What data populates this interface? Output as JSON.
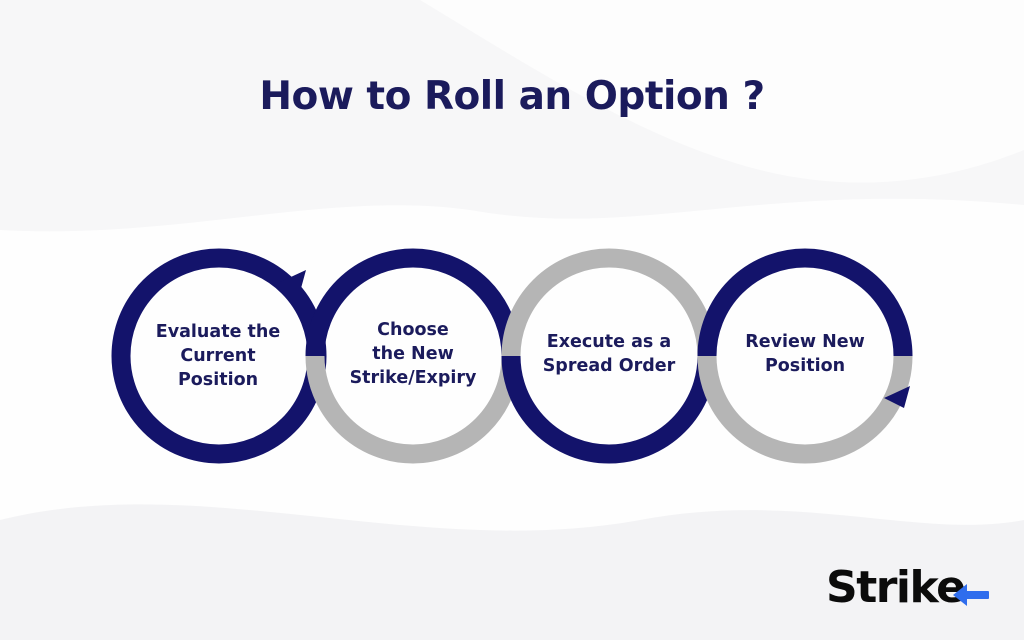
{
  "title": "How to Roll an Option ?",
  "steps": [
    {
      "lines": [
        "Evaluate the",
        "Current",
        "Position"
      ]
    },
    {
      "lines": [
        "Choose",
        "the New",
        "Strike/Expiry"
      ]
    },
    {
      "lines": [
        "Execute as a",
        "Spread Order"
      ]
    },
    {
      "lines": [
        "Review New",
        "Position"
      ]
    }
  ],
  "logo": {
    "text": "Strike"
  },
  "colors": {
    "navy": "#13136b",
    "gray": "#b5b5b5",
    "title": "#1b1b5c",
    "accent": "#2f6ded"
  }
}
